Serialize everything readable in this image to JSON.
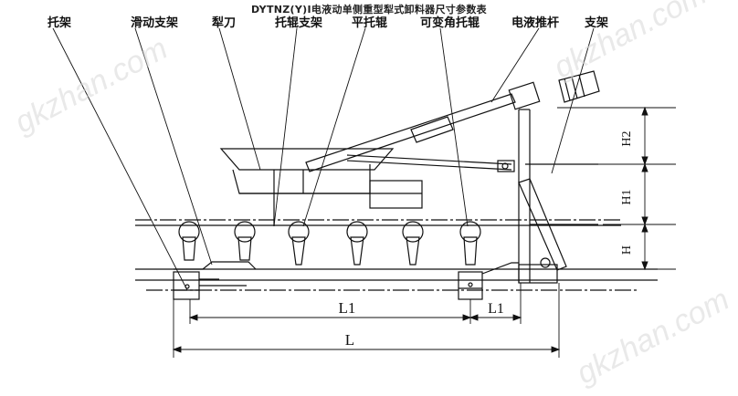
{
  "title": "DYTNZ(Y)I电液动单侧重型犁式卸料器尺寸参数表",
  "callouts": [
    {
      "id": "tuojia",
      "text": "托架"
    },
    {
      "id": "huadong",
      "text": "滑动支架"
    },
    {
      "id": "lidao",
      "text": "犁刀"
    },
    {
      "id": "tuogunzhijia",
      "text": "托辊支架"
    },
    {
      "id": "pingtuogun",
      "text": "平托辊"
    },
    {
      "id": "kebianjiao",
      "text": "可变角托辊"
    },
    {
      "id": "dianye",
      "text": "电液推杆"
    },
    {
      "id": "zhijia",
      "text": "支架"
    }
  ],
  "dimensions": {
    "h2": "H2",
    "h1": "H1",
    "h": "H",
    "l1_left": "L1",
    "l1_right": "L1",
    "l": "L"
  },
  "watermark": "gkzhan.com"
}
